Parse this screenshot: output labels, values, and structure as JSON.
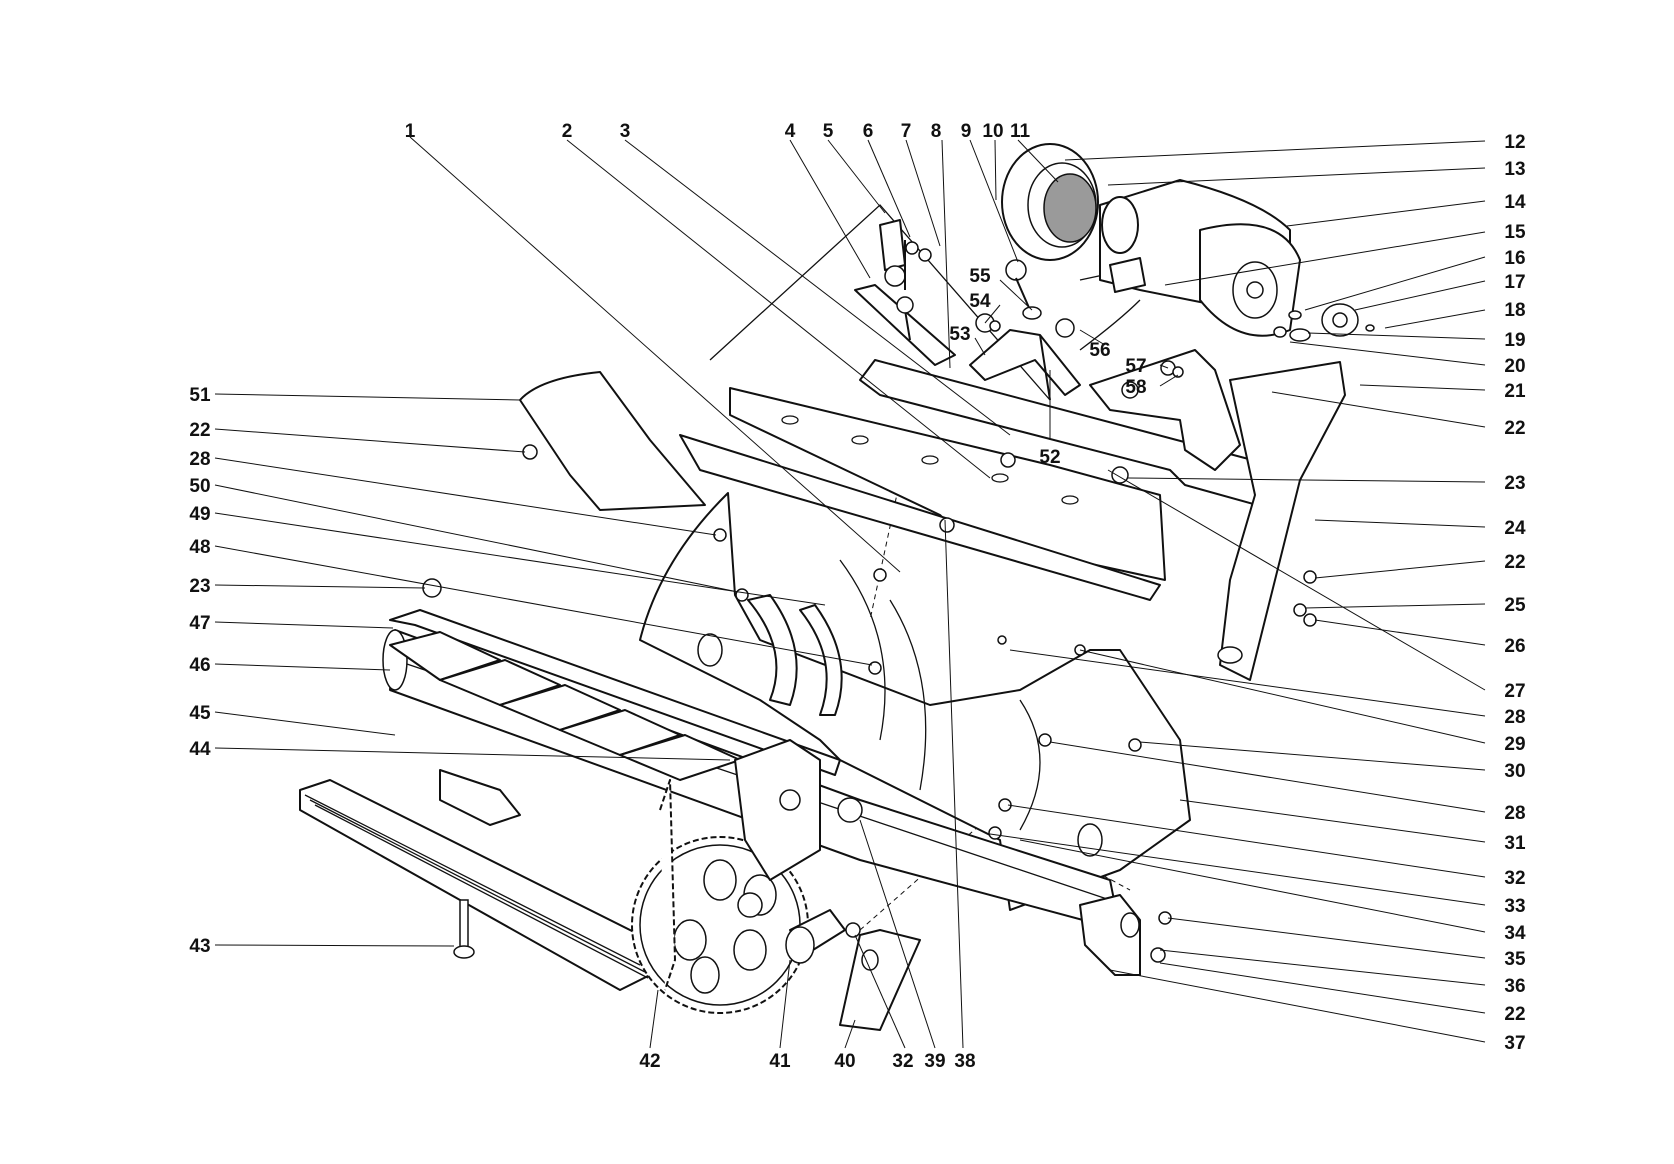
{
  "diagram": {
    "callouts": [
      {
        "id": "c1",
        "text": "1"
      },
      {
        "id": "c2",
        "text": "2"
      },
      {
        "id": "c3",
        "text": "3"
      },
      {
        "id": "c4",
        "text": "4"
      },
      {
        "id": "c5",
        "text": "5"
      },
      {
        "id": "c6",
        "text": "6"
      },
      {
        "id": "c7",
        "text": "7"
      },
      {
        "id": "c8",
        "text": "8"
      },
      {
        "id": "c9",
        "text": "9"
      },
      {
        "id": "c10",
        "text": "10"
      },
      {
        "id": "c11",
        "text": "11"
      },
      {
        "id": "c12",
        "text": "12"
      },
      {
        "id": "c13",
        "text": "13"
      },
      {
        "id": "c14",
        "text": "14"
      },
      {
        "id": "c15",
        "text": "15"
      },
      {
        "id": "c16",
        "text": "16"
      },
      {
        "id": "c17",
        "text": "17"
      },
      {
        "id": "c18",
        "text": "18"
      },
      {
        "id": "c19",
        "text": "19"
      },
      {
        "id": "c20",
        "text": "20"
      },
      {
        "id": "c21",
        "text": "21"
      },
      {
        "id": "c22a",
        "text": "22"
      },
      {
        "id": "c23a",
        "text": "23"
      },
      {
        "id": "c24",
        "text": "24"
      },
      {
        "id": "c22b",
        "text": "22"
      },
      {
        "id": "c25",
        "text": "25"
      },
      {
        "id": "c26",
        "text": "26"
      },
      {
        "id": "c27",
        "text": "27"
      },
      {
        "id": "c28a",
        "text": "28"
      },
      {
        "id": "c29",
        "text": "29"
      },
      {
        "id": "c30",
        "text": "30"
      },
      {
        "id": "c28b",
        "text": "28"
      },
      {
        "id": "c31",
        "text": "31"
      },
      {
        "id": "c32a",
        "text": "32"
      },
      {
        "id": "c33",
        "text": "33"
      },
      {
        "id": "c34",
        "text": "34"
      },
      {
        "id": "c35",
        "text": "35"
      },
      {
        "id": "c36",
        "text": "36"
      },
      {
        "id": "c22c",
        "text": "22"
      },
      {
        "id": "c37",
        "text": "37"
      },
      {
        "id": "c51",
        "text": "51"
      },
      {
        "id": "c22d",
        "text": "22"
      },
      {
        "id": "c28c",
        "text": "28"
      },
      {
        "id": "c50",
        "text": "50"
      },
      {
        "id": "c49",
        "text": "49"
      },
      {
        "id": "c48",
        "text": "48"
      },
      {
        "id": "c23b",
        "text": "23"
      },
      {
        "id": "c47",
        "text": "47"
      },
      {
        "id": "c46",
        "text": "46"
      },
      {
        "id": "c45",
        "text": "45"
      },
      {
        "id": "c44",
        "text": "44"
      },
      {
        "id": "c43",
        "text": "43"
      },
      {
        "id": "c42",
        "text": "42"
      },
      {
        "id": "c41",
        "text": "41"
      },
      {
        "id": "c40",
        "text": "40"
      },
      {
        "id": "c32b",
        "text": "32"
      },
      {
        "id": "c39",
        "text": "39"
      },
      {
        "id": "c38",
        "text": "38"
      },
      {
        "id": "c55",
        "text": "55"
      },
      {
        "id": "c54",
        "text": "54"
      },
      {
        "id": "c53",
        "text": "53"
      },
      {
        "id": "c52",
        "text": "52"
      },
      {
        "id": "c56",
        "text": "56"
      },
      {
        "id": "c57",
        "text": "57"
      },
      {
        "id": "c58",
        "text": "58"
      }
    ]
  }
}
